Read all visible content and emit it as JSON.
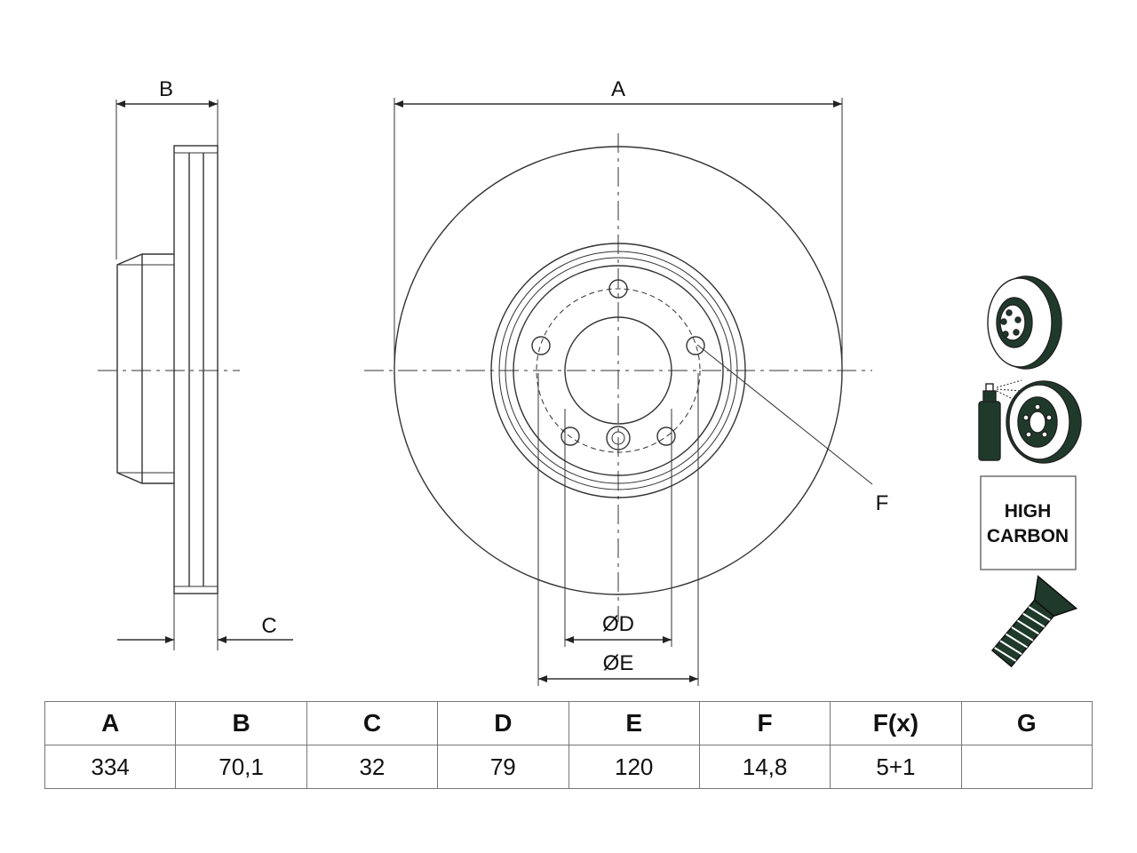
{
  "drawing": {
    "labels": {
      "a": "A",
      "b": "B",
      "c": "C",
      "f": "F",
      "d": "ØD",
      "e": "ØE"
    },
    "badge": {
      "line1": "HIGH",
      "line2": "CARBON"
    },
    "icons": [
      "vented-disc-icon",
      "coating-spray-icon",
      "high-carbon-badge",
      "bolt-icon"
    ],
    "colors": {
      "line": "#333333",
      "dark_green": "#1f3a2b"
    }
  },
  "specs": {
    "headers": [
      "A",
      "B",
      "C",
      "D",
      "E",
      "F",
      "F(x)",
      "G"
    ],
    "values": [
      "334",
      "70,1",
      "32",
      "79",
      "120",
      "14,8",
      "5+1",
      ""
    ]
  }
}
